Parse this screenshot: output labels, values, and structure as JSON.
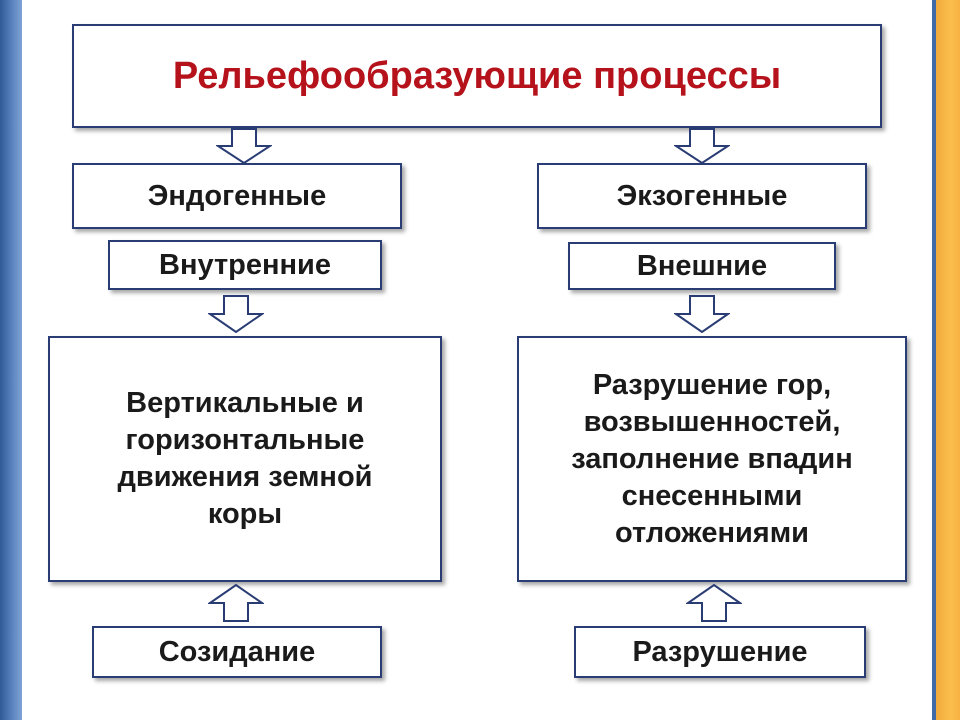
{
  "title": "Рельефообразующие процессы",
  "left": {
    "type": "Эндогенные",
    "kind": "Внутренние",
    "result": [
      "Вертикальные и",
      "горизонтальные",
      "движения земной",
      "коры"
    ],
    "effect": "Созидание"
  },
  "right": {
    "type": "Экзогенные",
    "kind": "Внешние",
    "result": [
      "Разрушение гор,",
      "возвышенностей,",
      "заполнение впадин",
      "снесенными",
      "отложениями"
    ],
    "effect": "Разрушение"
  },
  "colors": {
    "title_text": "#b5121b",
    "box_border": "#2a3c74",
    "left_band": "#4a74b0",
    "right_band": "#fbbf4e"
  }
}
